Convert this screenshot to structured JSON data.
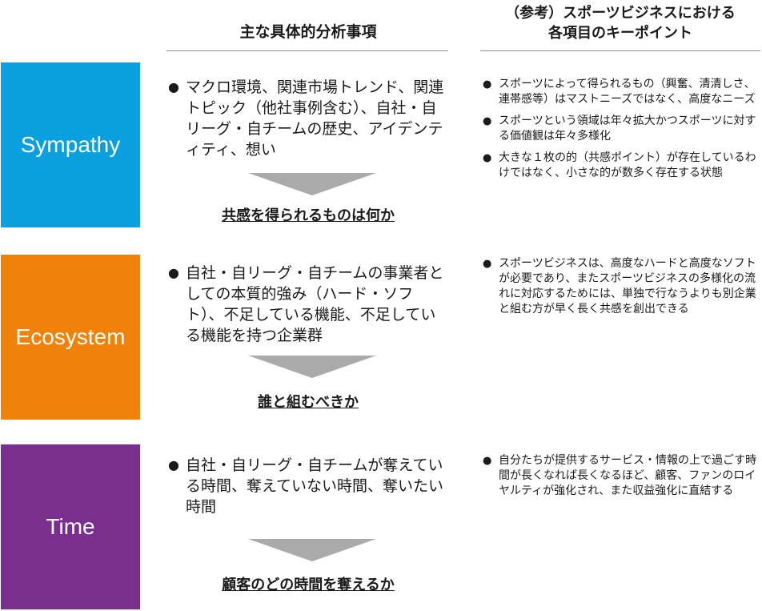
{
  "header": {
    "main_title": "主な具体的分析事項",
    "ref_title_line1": "（参考）スポーツビジネスにおける",
    "ref_title_line2": "各項目のキーポイント"
  },
  "colors": {
    "sympathy": "#0aa0e0",
    "ecosystem": "#f0820a",
    "time": "#7a2e8e",
    "arrow": "#aaaaaa",
    "rule": "#888888"
  },
  "rows": [
    {
      "label": "Sympathy",
      "main_text": "マクロ環境、関連市場トレンド、関連トピック（他社事例含む）、自社・自リーグ・自チームの歴史、アイデンティティ、想い",
      "question": "共感を得られるものは何か",
      "points": [
        "スポーツによって得られるもの（興奮、清清しさ、連帯感等）はマストニーズではなく、高度なニーズ",
        "スポーツという領域は年々拡大かつスポーツに対する価値観は年々多様化",
        "大きな１枚の的（共感ポイント）が存在しているわけではなく、小さな的が数多く存在する状態"
      ]
    },
    {
      "label": "Ecosystem",
      "main_text": "自社・自リーグ・自チームの事業者としての本質的強み（ハード・ソフト）、不足している機能、不足している機能を持つ企業群",
      "question": "誰と組むべきか",
      "points": [
        "スポーツビジネスは、高度なハードと高度なソフトが必要であり、またスポーツビジネスの多様化の流れに対応するためには、単独で行なうよりも別企業と組む方が早く長く共感を創出できる"
      ]
    },
    {
      "label": "Time",
      "main_text": "自社・自リーグ・自チームが奪えている時間、奪えていない時間、奪いたい時間",
      "question": "顧客のどの時間を奪えるか",
      "points": [
        "自分たちが提供するサービス・情報の上で過ごす時間が長くなれば長くなるほど、顧客、ファンのロイヤルティが強化され、また収益強化に直結する"
      ]
    }
  ]
}
